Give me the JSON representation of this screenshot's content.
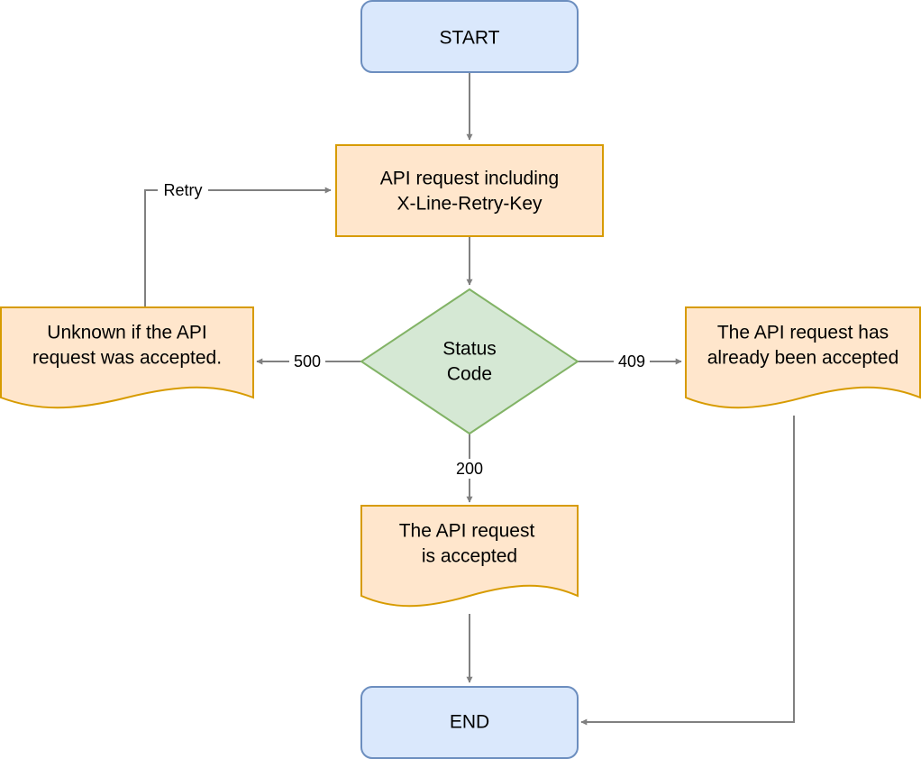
{
  "nodes": {
    "start": {
      "label": "START"
    },
    "api_request": {
      "lines": [
        "API request including",
        "X-Line-Retry-Key"
      ]
    },
    "status_code": {
      "lines": [
        "Status",
        "Code"
      ]
    },
    "unknown": {
      "lines": [
        "Unknown if the API",
        "request was accepted."
      ]
    },
    "already_accepted": {
      "lines": [
        "The API request has",
        "already been accepted"
      ]
    },
    "accepted": {
      "lines": [
        "The API request",
        "is accepted"
      ]
    },
    "end": {
      "label": "END"
    }
  },
  "edges": {
    "retry": {
      "label": "Retry"
    },
    "code_500": {
      "label": "500"
    },
    "code_409": {
      "label": "409"
    },
    "code_200": {
      "label": "200"
    }
  },
  "colors": {
    "terminal_fill": "#dae8fc",
    "terminal_stroke": "#6c8ebf",
    "process_fill": "#ffe6cc",
    "process_stroke": "#d79b00",
    "decision_fill": "#d5e8d4",
    "decision_stroke": "#82b366",
    "edge": "#808080"
  }
}
